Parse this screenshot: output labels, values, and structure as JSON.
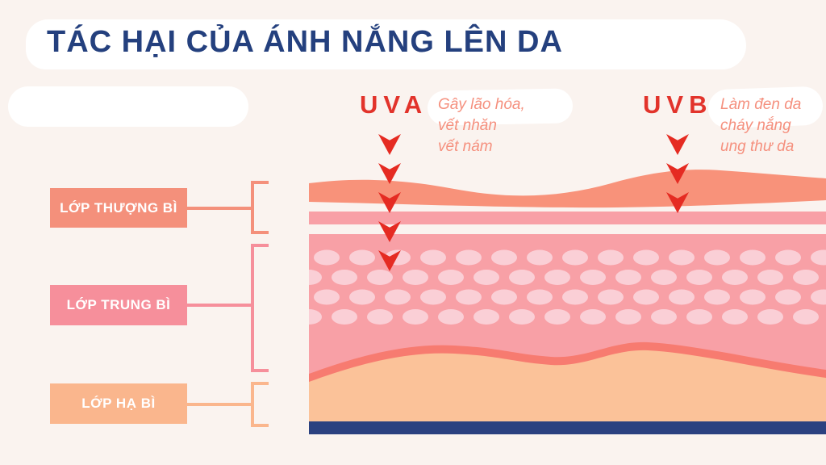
{
  "page": {
    "title": "TÁC HẠI CỦA ÁNH NẮNG LÊN DA",
    "background_color": "#FAF3EF",
    "title_color": "#24407E"
  },
  "uva": {
    "label": "UVA",
    "label_color": "#E2332B",
    "description_lines": [
      "Gây lão hóa,",
      "vết nhăn",
      "vết nám"
    ],
    "arrow_count": 5,
    "arrow_color": "#E52B22"
  },
  "uvb": {
    "label": "UVB",
    "label_color": "#E2332B",
    "description_lines": [
      "Làm đen da",
      "cháy nắng",
      "ung thư da"
    ],
    "arrow_count": 3,
    "arrow_color": "#E52B22"
  },
  "skin_layers": [
    {
      "label": "LỚP THƯỢNG BÌ",
      "name": "epidermis",
      "color": "#F4907B"
    },
    {
      "label": "LỚP TRUNG BÌ",
      "name": "dermis",
      "color": "#F68F9B"
    },
    {
      "label": "LỚP HẠ BÌ",
      "name": "hypodermis",
      "color": "#FAB68D"
    }
  ],
  "diagram_colors": {
    "epidermis_band": "#F8927A",
    "dermis_band": "#F8A0A6",
    "dermis_cells": "#FACFD6",
    "hypodermis_line": "#F77B70",
    "hypodermis_band": "#FBC299",
    "base_bar": "#2B4180"
  }
}
